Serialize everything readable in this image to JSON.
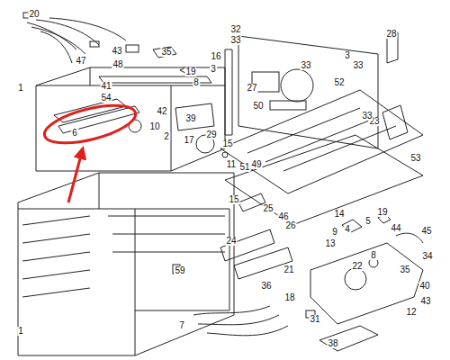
{
  "diagram": {
    "labels": [
      "20",
      "32",
      "33",
      "28",
      "47",
      "43",
      "48",
      "35",
      "19",
      "8",
      "16",
      "3",
      "33",
      "27",
      "3",
      "33",
      "52",
      "23",
      "33",
      "50",
      "1",
      "41",
      "54",
      "42",
      "39",
      "6",
      "10",
      "2",
      "17",
      "29",
      "15",
      "11",
      "51",
      "49",
      "53",
      "15",
      "25",
      "46",
      "26",
      "14",
      "9",
      "13",
      "4",
      "5",
      "19",
      "44",
      "45",
      "24",
      "21",
      "34",
      "22",
      "8",
      "35",
      "40",
      "43",
      "12",
      "36",
      "18",
      "31",
      "7",
      "59",
      "1",
      "38"
    ]
  }
}
